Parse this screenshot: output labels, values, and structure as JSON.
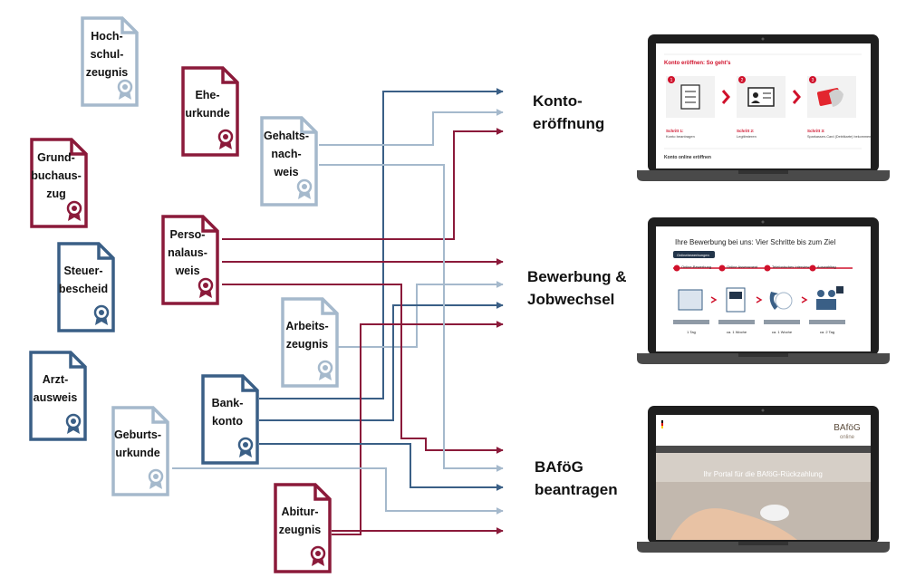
{
  "colors": {
    "maroon": "#8b1a3a",
    "blue": "#3a5f86",
    "lightblue": "#a5b9cc",
    "laptop_body": "#1e1e1e",
    "laptop_base": "#4a4a4a"
  },
  "documents": [
    {
      "id": "hochschulzeugnis",
      "lines": [
        "Hoch-",
        "schul-",
        "zeugnis"
      ],
      "color": "lightblue"
    },
    {
      "id": "eheurkunde",
      "lines": [
        "Ehe-",
        "urkunde"
      ],
      "color": "maroon"
    },
    {
      "id": "gehaltsnachweis",
      "lines": [
        "Gehalts-",
        "nach-",
        "weis"
      ],
      "color": "lightblue"
    },
    {
      "id": "grundbuchauszug",
      "lines": [
        "Grund-",
        "buchaus-",
        "zug"
      ],
      "color": "maroon"
    },
    {
      "id": "personalausweis",
      "lines": [
        "Perso-",
        "nalaus-",
        "weis"
      ],
      "color": "maroon"
    },
    {
      "id": "steuerbescheid",
      "lines": [
        "Steuer-",
        "bescheid"
      ],
      "color": "blue"
    },
    {
      "id": "arbeitszeugnis",
      "lines": [
        "Arbeits-",
        "zeugnis"
      ],
      "color": "lightblue"
    },
    {
      "id": "arztausweis",
      "lines": [
        "Arzt-",
        "ausweis"
      ],
      "color": "blue"
    },
    {
      "id": "bankkonto",
      "lines": [
        "Bank-",
        "konto"
      ],
      "color": "blue"
    },
    {
      "id": "geburtsurkunde",
      "lines": [
        "Geburts-",
        "urkunde"
      ],
      "color": "lightblue"
    },
    {
      "id": "abiturzeugnis",
      "lines": [
        "Abitur-",
        "zeugnis"
      ],
      "color": "maroon"
    }
  ],
  "targets": [
    {
      "id": "kontoeroeffnung",
      "lines": [
        "Konto-",
        "eröffnung"
      ]
    },
    {
      "id": "bewerbung",
      "lines": [
        "Bewerbung &",
        "Jobwechsel"
      ]
    },
    {
      "id": "bafoeg",
      "lines": [
        "BAföG",
        "beantragen"
      ]
    }
  ],
  "flows": [
    {
      "from": "bankkonto",
      "to": "kontoeroeffnung",
      "color": "blue"
    },
    {
      "from": "gehaltsnachweis",
      "to": "kontoeroeffnung",
      "color": "lightblue"
    },
    {
      "from": "personalausweis",
      "to": "kontoeroeffnung",
      "color": "maroon"
    },
    {
      "from": "personalausweis",
      "to": "bewerbung",
      "color": "maroon"
    },
    {
      "from": "arbeitszeugnis",
      "to": "bewerbung",
      "color": "lightblue"
    },
    {
      "from": "bankkonto",
      "to": "bewerbung",
      "color": "blue"
    },
    {
      "from": "abiturzeugnis",
      "to": "bewerbung",
      "color": "maroon"
    },
    {
      "from": "personalausweis",
      "to": "bafoeg",
      "color": "maroon"
    },
    {
      "from": "gehaltsnachweis",
      "to": "bafoeg",
      "color": "lightblue"
    },
    {
      "from": "bankkonto",
      "to": "bafoeg",
      "color": "blue"
    },
    {
      "from": "geburtsurkunde",
      "to": "bafoeg",
      "color": "lightblue"
    },
    {
      "from": "abiturzeugnis",
      "to": "bafoeg",
      "color": "maroon"
    }
  ],
  "screens": {
    "konto": {
      "heading": "Konto eröffnen: So geht's",
      "steps": [
        {
          "title": "Schritt 1:",
          "desc": "Konto beantragen"
        },
        {
          "title": "Schritt 2:",
          "desc": "Legitimieren"
        },
        {
          "title": "Schritt 3:",
          "desc": "Sparkassen-Card (Debitkarte) bekommen"
        }
      ],
      "footer": "Konto online eröffnen"
    },
    "bewerbung": {
      "heading": "Ihre Bewerbung bei uns: Vier Schritte bis zum Ziel",
      "tab": "Onlinebewerbungen",
      "steps": [
        {
          "title": "Online-Bewerbung",
          "duration": "1 Tag"
        },
        {
          "title": "Online Assessment",
          "duration": "ca. 1 Woche"
        },
        {
          "title": "Telefonisches Interview",
          "duration": "ca. 1 Woche"
        },
        {
          "title": "Auswahltag",
          "duration": "ca. 2 Tag"
        }
      ]
    },
    "bafoeg": {
      "brand_line1": "BAföG",
      "brand_line2": "online",
      "title": "Ihr Portal für die BAföG-Rückzahlung"
    }
  }
}
